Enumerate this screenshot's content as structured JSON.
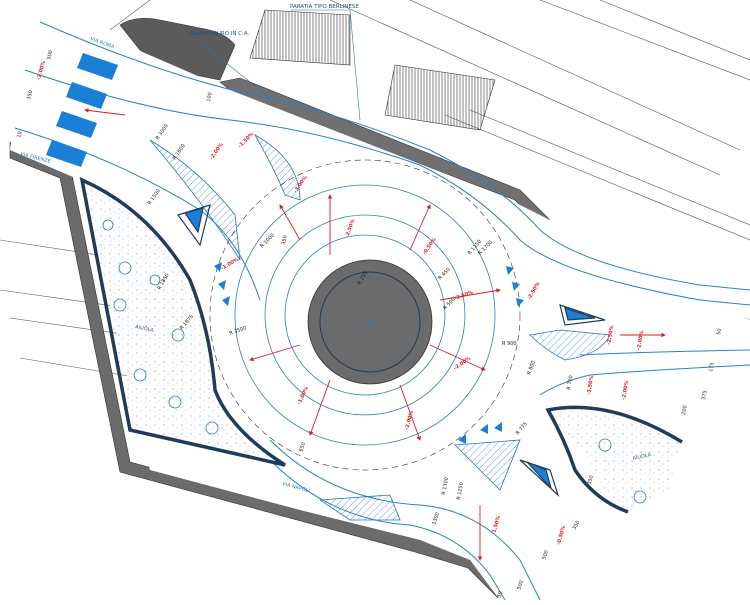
{
  "callouts": {
    "berlinese": "PARATIA TIPO BERLINESE",
    "nuovo_muro": "NUOVO MURO IN C.A."
  },
  "green_areas": {
    "left": "AIUOLA",
    "right": "AIUOLA"
  },
  "road_labels": {
    "top_left": "VIA ROMA",
    "left": "VIA FIRENZE",
    "bottom": "VIA NAPOLI"
  },
  "radius_labels": [
    "R 250",
    "R 450",
    "R 500",
    "R 900",
    "R 1150",
    "R 1000",
    "R 3000",
    "R 1600",
    "R 1850",
    "R 1875",
    "R 1700",
    "R 800",
    "R 775",
    "R 1500",
    "R 700",
    "R 1300",
    "R 1250",
    "R 3500"
  ],
  "slope_labels": [
    "-2.00%",
    "-1.50%",
    "-2.50%",
    "-3.00%",
    "-0.50%",
    "-2.50%",
    "-2.00%",
    "-1.00%",
    "-2.00%",
    "-1.00%",
    "-2.50%",
    "-2.50%",
    "-2.00%",
    "-2.00%",
    "-3.50%",
    "-1.50%",
    "-2.00%",
    "-0.50%"
  ],
  "dimension_labels": [
    "350",
    "500",
    "10",
    "100",
    "350",
    "650",
    "50",
    "1300",
    "500",
    "175",
    "350",
    "200",
    "375",
    "350",
    "500",
    "50"
  ]
}
